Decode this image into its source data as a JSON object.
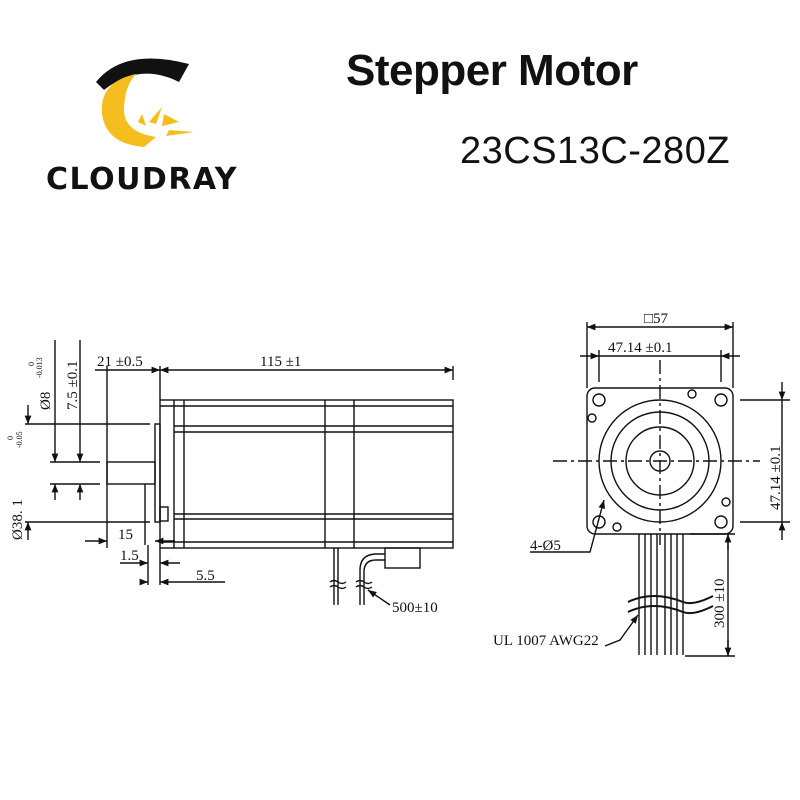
{
  "header": {
    "brand_name": "CLOUDRAY",
    "title": "Stepper Motor",
    "model": "23CS13C-280Z",
    "logo_colors": {
      "arc": "#111111",
      "crescent": "#F5BE1E"
    }
  },
  "side_view": {
    "dim_shaft_length": "21 ±0.5",
    "dim_body_length": "115 ±1",
    "dim_shaft_dia_label": "Ø8",
    "dim_shaft_dia_tol_upper": "0",
    "dim_shaft_dia_tol_lower": "-0.013",
    "dim_flat": "7.5 ±0.1",
    "dim_pilot_dia_label": "Ø38. 1",
    "dim_pilot_dia_tol_upper": "0",
    "dim_pilot_dia_tol_lower": "-0.05",
    "dim_flat_length": "15",
    "dim_pilot_height": "1.5",
    "dim_flange": "5.5",
    "dim_encoder_cable": "500±10"
  },
  "front_view": {
    "dim_square": "□57",
    "dim_hole_spacing_h": "47.14 ±0.1",
    "dim_hole_spacing_v": "47.14 ±0.1",
    "dim_holes": "4-Ø5",
    "dim_lead_length": "300 ±10",
    "wire_spec": "UL 1007 AWG22"
  }
}
